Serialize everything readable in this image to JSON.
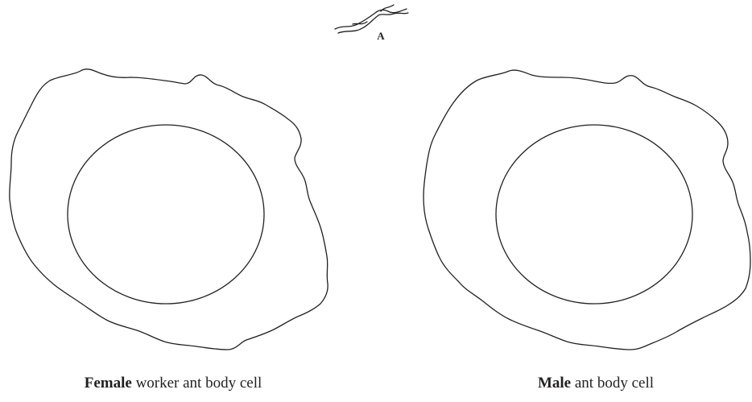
{
  "label_a": "A",
  "female_cell": {
    "caption_bold": "Female",
    "caption_rest": " worker ant body cell"
  },
  "male_cell": {
    "caption_bold": "Male",
    "caption_rest": " ant body cell"
  },
  "line_color": "#231f20"
}
